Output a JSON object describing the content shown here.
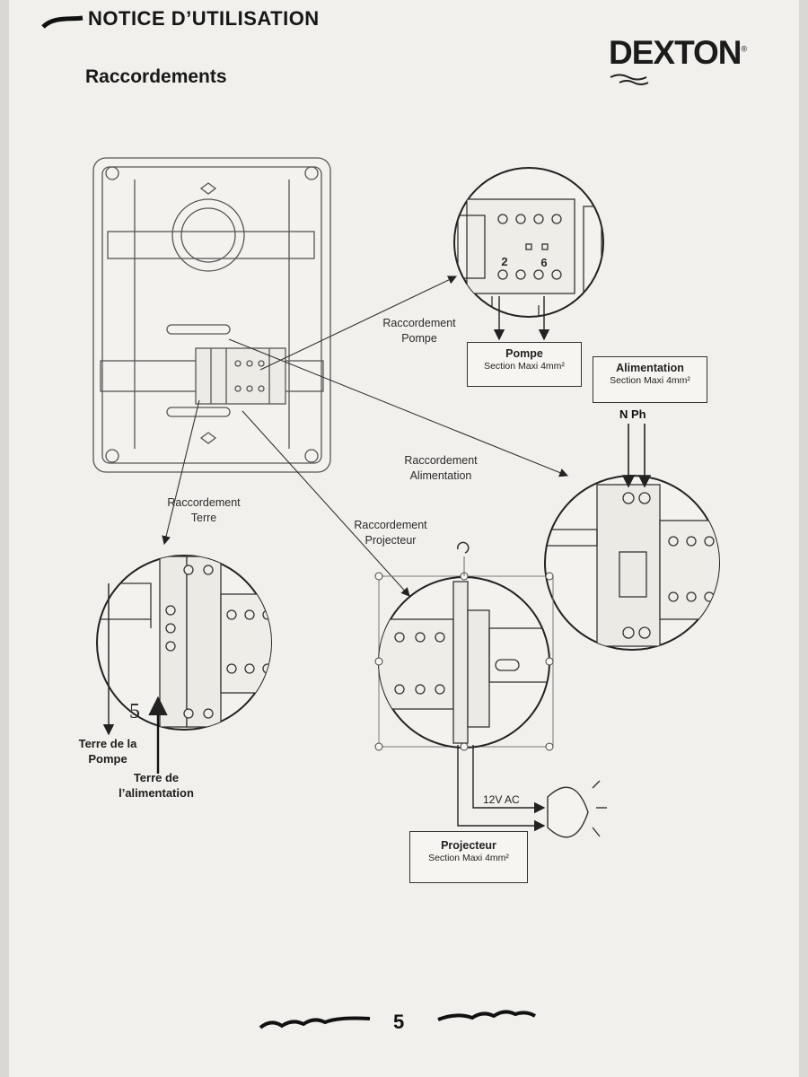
{
  "header": {
    "title": "NOTICE D’UTILISATION"
  },
  "logo": {
    "text": "DEXTON",
    "mark": "®"
  },
  "section": {
    "title": "Raccordements"
  },
  "labels": {
    "pump_conn": [
      "Raccordement",
      "Pompe"
    ],
    "power_conn": [
      "Raccordement",
      "Alimentation"
    ],
    "earth_conn": [
      "Raccordement",
      "Terre"
    ],
    "light_conn": [
      "Raccordement",
      "Projecteur"
    ]
  },
  "boxes": {
    "pump": {
      "title": "Pompe",
      "sub": "Section Maxi 4mm²"
    },
    "power": {
      "title": "Alimentation",
      "sub": "Section Maxi 4mm²"
    },
    "light": {
      "title": "Projecteur",
      "sub": "Section Maxi 4mm²"
    }
  },
  "terminal_numbers": {
    "pump_left": "2",
    "pump_right": "6",
    "earth": "5"
  },
  "power_terminals": "N Ph",
  "earth_labels": {
    "pump": [
      "Terre de la",
      "Pompe"
    ],
    "power": [
      "Terre de",
      "l’alimentation"
    ]
  },
  "voltage": "12V AC",
  "page_number": "5"
}
